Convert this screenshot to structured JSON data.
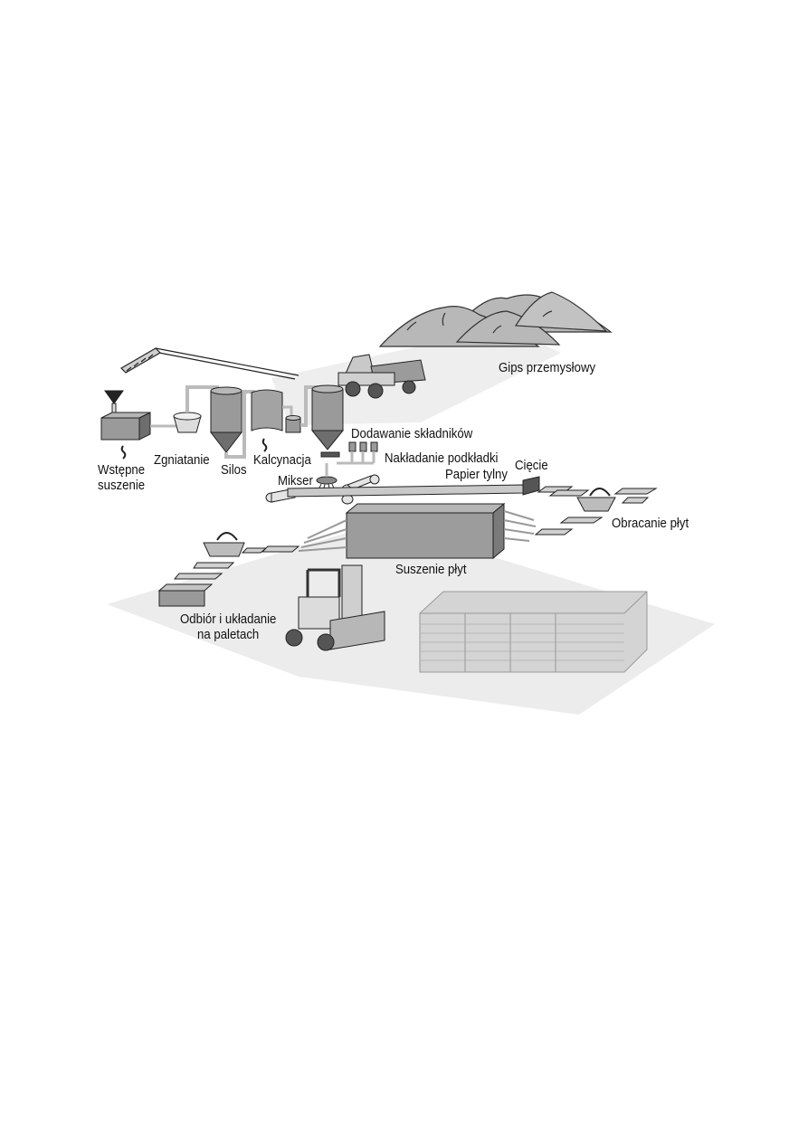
{
  "diagram": {
    "title": "",
    "type": "process-flow",
    "subject": "gypsum board production",
    "colors": {
      "background": "#ffffff",
      "floor": "#ececec",
      "machine_dark": "#8a8a8a",
      "machine_mid": "#a8a8a8",
      "machine_light": "#d6d6d6",
      "outline": "#333333",
      "text": "#111111"
    },
    "labels": {
      "gips": "Gips przemysłowy",
      "wstepne_1": "Wstępne",
      "wstepne_2": "suszenie",
      "zgniatanie": "Zgniatanie",
      "silos": "Silos",
      "kalcynacja": "Kalcynacja",
      "dodawanie": "Dodawanie składników",
      "nakladanie": "Nakładanie podkładki",
      "mikser": "Mikser",
      "papier": "Papier tylny",
      "ciecie": "Cięcie",
      "obracanie": "Obracanie płyt",
      "suszenie_plyt": "Suszenie płyt",
      "odbior_1": "Odbiór i układanie",
      "odbior_2": "na paletach"
    },
    "nodes": [
      {
        "id": "gips",
        "label": "Gips przemysłowy"
      },
      {
        "id": "wstepne",
        "label": "Wstępne suszenie"
      },
      {
        "id": "zgniatanie",
        "label": "Zgniatanie"
      },
      {
        "id": "silos",
        "label": "Silos"
      },
      {
        "id": "kalcynacja",
        "label": "Kalcynacja"
      },
      {
        "id": "dodawanie",
        "label": "Dodawanie składników"
      },
      {
        "id": "mikser",
        "label": "Mikser"
      },
      {
        "id": "nakladanie",
        "label": "Nakładanie podkładki"
      },
      {
        "id": "papier",
        "label": "Papier tylny"
      },
      {
        "id": "ciecie",
        "label": "Cięcie"
      },
      {
        "id": "obracanie",
        "label": "Obracanie płyt"
      },
      {
        "id": "suszenie_plyt",
        "label": "Suszenie płyt"
      },
      {
        "id": "odbior",
        "label": "Odbiór i układanie na paletach"
      }
    ],
    "edges": [
      [
        "gips",
        "wstepne"
      ],
      [
        "wstepne",
        "zgniatanie"
      ],
      [
        "zgniatanie",
        "silos"
      ],
      [
        "silos",
        "kalcynacja"
      ],
      [
        "kalcynacja",
        "mikser"
      ],
      [
        "dodawanie",
        "mikser"
      ],
      [
        "mikser",
        "nakladanie"
      ],
      [
        "nakladanie",
        "papier"
      ],
      [
        "papier",
        "ciecie"
      ],
      [
        "ciecie",
        "obracanie"
      ],
      [
        "obracanie",
        "suszenie_plyt"
      ],
      [
        "suszenie_plyt",
        "odbior"
      ]
    ]
  }
}
